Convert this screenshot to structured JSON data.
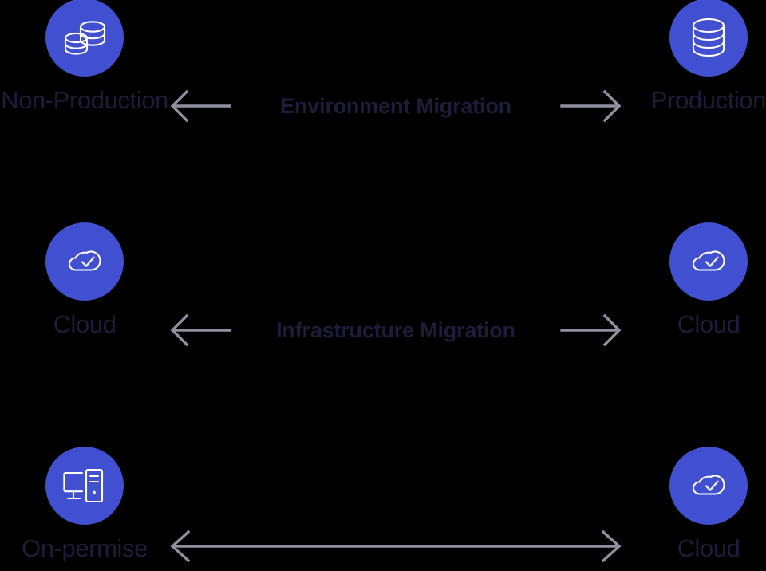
{
  "diagram": {
    "title": "Migration paths diagram",
    "background_color": "#000000",
    "accent_color": "#4150d0",
    "label_color": "#1f1c3a",
    "arrow_color": "#8f8fa0",
    "icon_color": "#ffffff"
  },
  "rows": [
    {
      "id": "environment-migration",
      "center_label": "Environment Migration",
      "left": {
        "label": "Non-Production",
        "icon": "database-stack-icon"
      },
      "right": {
        "label": "Production",
        "icon": "database-icon"
      },
      "arrows": "split-bidirectional"
    },
    {
      "id": "infrastructure-migration",
      "center_label": "Infrastructure Migration",
      "left": {
        "label": "Cloud",
        "icon": "cloud-check-icon"
      },
      "right": {
        "label": "Cloud",
        "icon": "cloud-check-icon"
      },
      "arrows": "split-bidirectional"
    },
    {
      "id": "onpremise-to-cloud",
      "center_label": "",
      "left": {
        "label": "On-permise",
        "icon": "desktop-server-icon"
      },
      "right": {
        "label": "Cloud",
        "icon": "cloud-check-icon"
      },
      "arrows": "full-bidirectional"
    }
  ]
}
